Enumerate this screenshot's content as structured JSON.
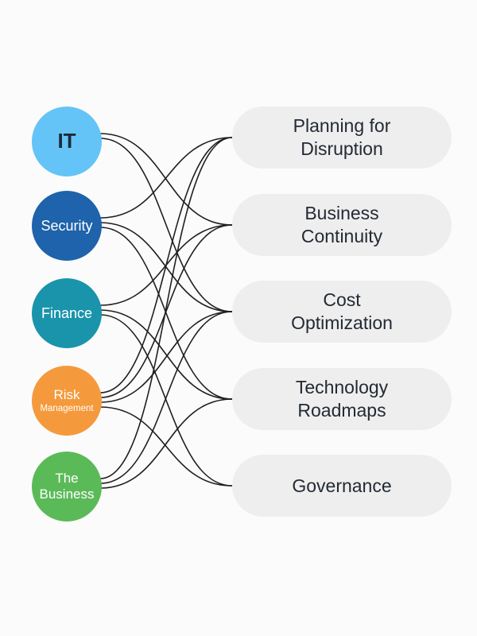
{
  "departments": [
    {
      "id": "it",
      "label": "IT",
      "color": "#64c4f7"
    },
    {
      "id": "security",
      "label": "Security",
      "color": "#1e63ab"
    },
    {
      "id": "finance",
      "label": "Finance",
      "color": "#1a94ab"
    },
    {
      "id": "risk",
      "label": "Risk",
      "sublabel": "Management",
      "color": "#f59a3c"
    },
    {
      "id": "business",
      "label": "The",
      "sublabel": "Business",
      "color": "#5bba58"
    }
  ],
  "topics": [
    {
      "id": "planning",
      "line1": "Planning for",
      "line2": "Disruption"
    },
    {
      "id": "continuity",
      "line1": "Business",
      "line2": "Continuity"
    },
    {
      "id": "cost",
      "line1": "Cost",
      "line2": "Optimization"
    },
    {
      "id": "technology",
      "line1": "Technology",
      "line2": "Roadmaps"
    },
    {
      "id": "governance",
      "line1": "Governance"
    }
  ],
  "connections": [
    [
      "it",
      "continuity"
    ],
    [
      "it",
      "cost"
    ],
    [
      "security",
      "planning"
    ],
    [
      "security",
      "cost"
    ],
    [
      "security",
      "technology"
    ],
    [
      "finance",
      "continuity"
    ],
    [
      "finance",
      "technology"
    ],
    [
      "finance",
      "governance"
    ],
    [
      "risk",
      "planning"
    ],
    [
      "risk",
      "continuity"
    ],
    [
      "risk",
      "cost"
    ],
    [
      "risk",
      "governance"
    ],
    [
      "business",
      "planning"
    ],
    [
      "business",
      "cost"
    ],
    [
      "business",
      "technology"
    ]
  ]
}
